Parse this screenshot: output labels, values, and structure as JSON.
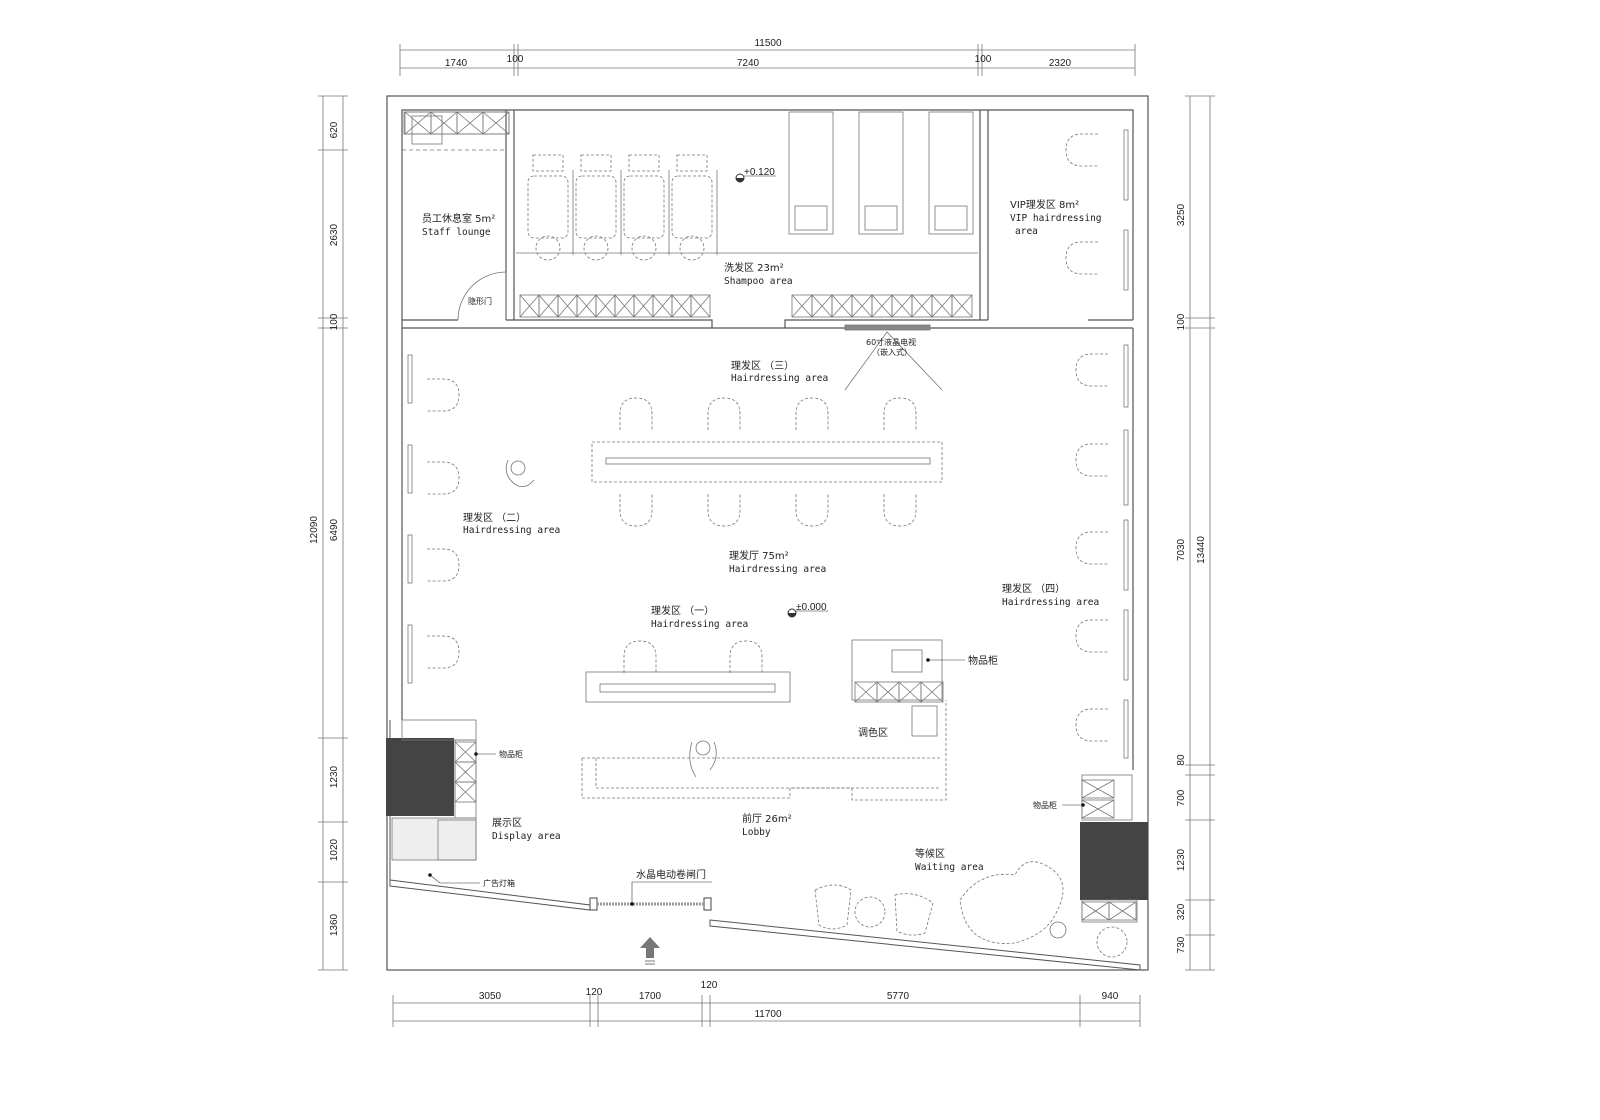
{
  "dimensions": {
    "top_total": "11500",
    "top": [
      "1740",
      "100",
      "7240",
      "100",
      "2320"
    ],
    "bottom_total": "11700",
    "bottom": [
      "3050",
      "120",
      "1700",
      "120",
      "5770",
      "940"
    ],
    "left_total": "12090",
    "left": [
      "620",
      "2630",
      "100",
      "6490",
      "1230",
      "1020",
      "1360"
    ],
    "right_total": "13440",
    "right": [
      "3250",
      "100",
      "7030",
      "80",
      "700",
      "1230",
      "320",
      "730"
    ]
  },
  "rooms": {
    "staff": {
      "cn": "员工休息室 5m²",
      "en": "Staff lounge"
    },
    "shampoo": {
      "cn": "洗发区 23m²",
      "en": "Shampoo area"
    },
    "vip": {
      "cn": "VIP理发区 8m²",
      "en": "VIP hairdressing",
      "en2": "area"
    },
    "hair3": {
      "cn": "理发区 （三）",
      "en": "Hairdressing area"
    },
    "hair2": {
      "cn": "理发区 （二）",
      "en": "Hairdressing area"
    },
    "hall": {
      "cn": "理发厅 75m²",
      "en": "Hairdressing area"
    },
    "hair1": {
      "cn": "理发区 （一）",
      "en": "Hairdressing area"
    },
    "hair4": {
      "cn": "理发区 （四）",
      "en": "Hairdressing area"
    },
    "color": {
      "cn": "调色区"
    },
    "display": {
      "cn": "展示区",
      "en": "Display area"
    },
    "lobby": {
      "cn": "前厅 26m²",
      "en": "Lobby"
    },
    "waiting": {
      "cn": "等候区",
      "en": "Waiting area"
    }
  },
  "annotations": {
    "hidden_door": "隐形门",
    "tv": "60寸液晶电视",
    "tv_sub": "（嵌入式）",
    "cabinet_center": "物品柜",
    "cabinet_left": "物品柜",
    "cabinet_right": "物品柜",
    "lightbox": "广告灯箱",
    "shutter": "水晶电动卷闸门",
    "level_upper": "+0.120",
    "level_main": "±0.000"
  }
}
